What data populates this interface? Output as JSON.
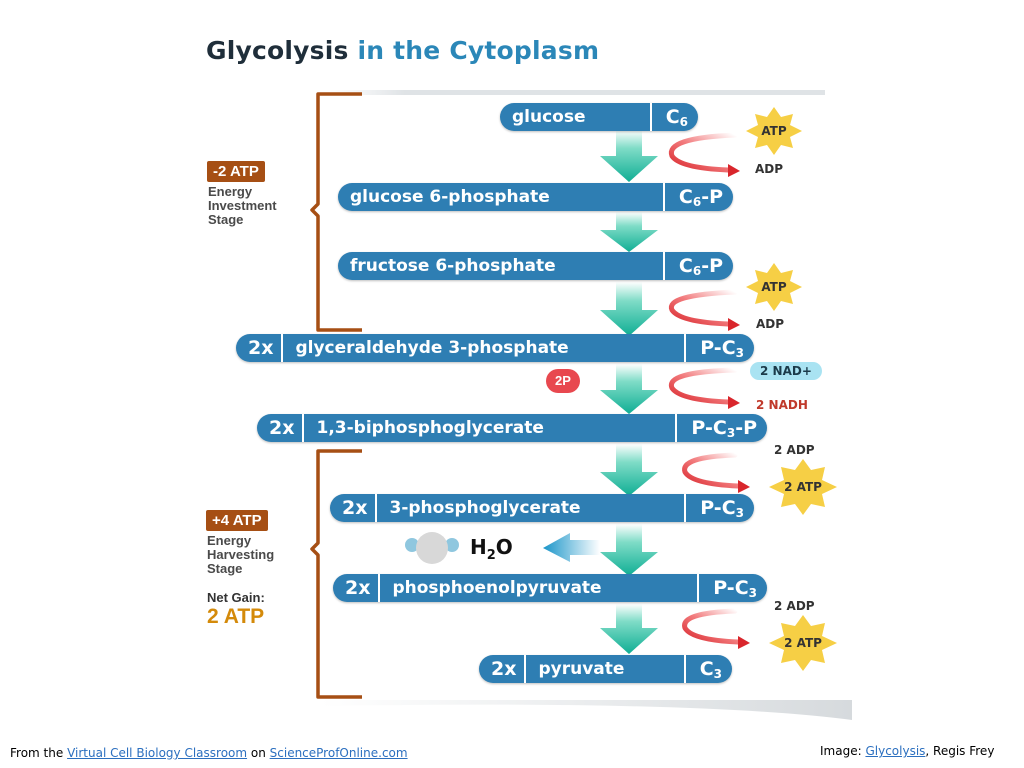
{
  "title": {
    "part1": "Glycolysis",
    "part2": "in the Cytoplasm"
  },
  "stages": {
    "investment": {
      "badge": "-2 ATP",
      "label_line1": "Energy",
      "label_line2": "Investment",
      "label_line3": "Stage"
    },
    "harvesting": {
      "badge": "+4 ATP",
      "label_line1": "Energy",
      "label_line2": "Harvesting",
      "label_line3": "Stage",
      "net_label": "Net Gain:",
      "net_value": "2 ATP"
    }
  },
  "molecules": [
    {
      "mult": "",
      "name": "glucose",
      "formula_main": "C",
      "formula_sub": "6",
      "formula_tail": ""
    },
    {
      "mult": "",
      "name": "glucose 6-phosphate",
      "formula_main": "C",
      "formula_sub": "6",
      "formula_tail": "-P"
    },
    {
      "mult": "",
      "name": "fructose 6-phosphate",
      "formula_main": "C",
      "formula_sub": "6",
      "formula_tail": "-P"
    },
    {
      "mult": "2x",
      "name": "glyceraldehyde 3-phosphate",
      "formula_main": "P-C",
      "formula_sub": "3",
      "formula_tail": ""
    },
    {
      "mult": "2x",
      "name": "1,3-biphosphoglycerate",
      "formula_main": "P-C",
      "formula_sub": "3",
      "formula_tail": "-P"
    },
    {
      "mult": "2x",
      "name": "3-phosphoglycerate",
      "formula_main": "P-C",
      "formula_sub": "3",
      "formula_tail": ""
    },
    {
      "mult": "2x",
      "name": "phosphoenolpyruvate",
      "formula_main": "P-C",
      "formula_sub": "3",
      "formula_tail": ""
    },
    {
      "mult": "2x",
      "name": "pyruvate",
      "formula_main": "C",
      "formula_sub": "3",
      "formula_tail": ""
    }
  ],
  "side": {
    "atp1": "ATP",
    "adp1": "ADP",
    "atp2": "ATP",
    "adp2": "ADP",
    "pi": "2P",
    "nad": "2 NAD+",
    "nadh": "2 NADH",
    "adp3": "2 ADP",
    "atp3": "2 ATP",
    "water_main": "H",
    "water_sub": "2",
    "water_tail": "O",
    "adp4": "2 ADP",
    "atp4": "2 ATP"
  },
  "footer": {
    "left_prefix": "From the ",
    "left_link1": "Virtual Cell Biology Classroom",
    "left_mid": " on ",
    "left_link2": "ScienceProfOnline.com",
    "right_prefix": "Image: ",
    "right_link": "Glycolysis",
    "right_suffix": ", Regis Frey"
  },
  "colors": {
    "molecule": "#2e7eb3",
    "bracket": "#a64f14",
    "arrow": "#14b39a",
    "star": "#f6cf45",
    "curve": "#e03a3e",
    "accent": "#2b87b8"
  }
}
